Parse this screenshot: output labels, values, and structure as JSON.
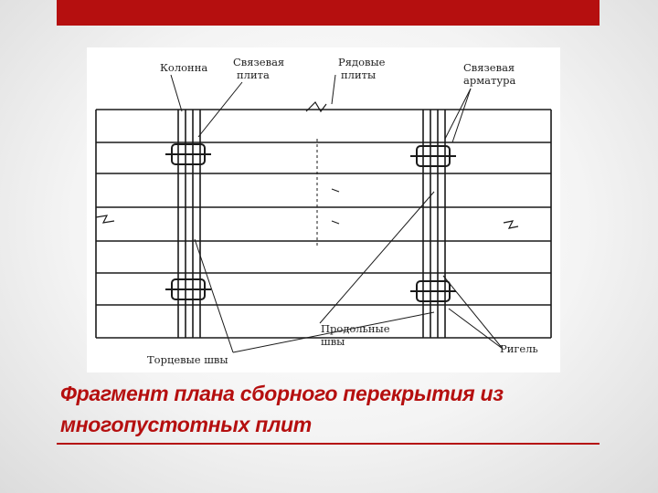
{
  "slide": {
    "accent_color": "#b50f0f",
    "caption_line1": "Фрагмент плана сборного перекрытия из",
    "caption_line2": "многопустотных плит"
  },
  "figure": {
    "labels": {
      "column": "Колонна",
      "tie_plate_1": "Связевая",
      "tie_plate_2": "плита",
      "row_plates_1": "Рядовые",
      "row_plates_2": "плиты",
      "tie_rebar_1": "Связевая",
      "tie_rebar_2": "арматура",
      "end_joints": "Торцевые швы",
      "long_joints_1": "Продольные",
      "long_joints_2": "швы",
      "girder": "Ригель"
    }
  }
}
